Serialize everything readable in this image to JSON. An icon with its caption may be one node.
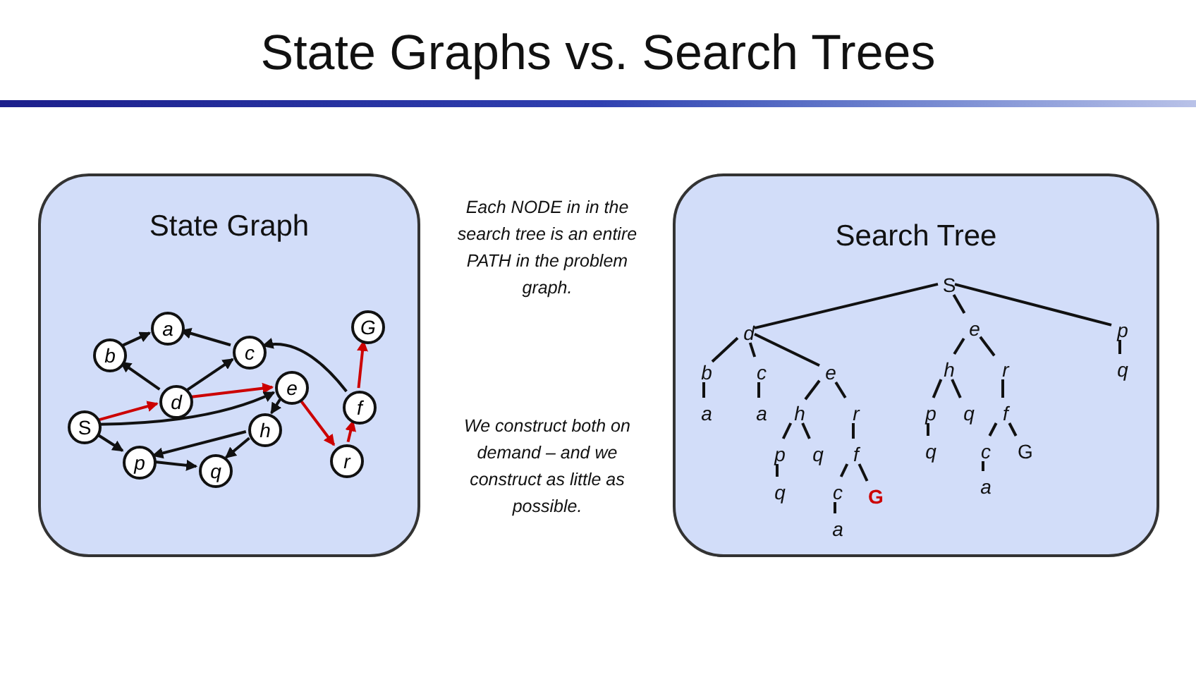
{
  "diagram": {
    "title": "State Graphs vs. Search Trees",
    "nodes": [
      {
        "text": [
          "State Graph"
        ]
      },
      {
        "text": [
          "a"
        ],
        "in": 0
      },
      {
        "text": [
          "G"
        ],
        "in": 0
      },
      {
        "text": [
          "b"
        ],
        "in": 0
      },
      {
        "text": [
          "c"
        ],
        "in": 0
      },
      {
        "text": [
          "e"
        ],
        "in": 0
      },
      {
        "text": [
          "d"
        ],
        "in": 0
      },
      {
        "text": [
          "f"
        ],
        "in": 0
      },
      {
        "text": [
          "S"
        ],
        "in": 0
      },
      {
        "text": [
          "h"
        ],
        "in": 0
      },
      {
        "text": [
          "p"
        ],
        "in": 0
      },
      {
        "text": [
          "q"
        ],
        "in": 0
      },
      {
        "text": [
          "r"
        ],
        "in": 0
      },
      {
        "text": [
          "Search Tree"
        ]
      },
      {
        "text": [
          "S"
        ],
        "in": 13
      },
      {
        "text": [
          "d"
        ],
        "in": 13
      },
      {
        "text": [
          "e"
        ],
        "in": 13
      },
      {
        "text": [
          "p"
        ],
        "in": 13
      },
      {
        "text": [
          "b"
        ],
        "in": 13
      },
      {
        "text": [
          "c"
        ],
        "in": 13
      },
      {
        "text": [
          "e"
        ],
        "in": 13
      },
      {
        "text": [
          "h"
        ],
        "in": 13
      },
      {
        "text": [
          "r"
        ],
        "in": 13
      },
      {
        "text": [
          "q"
        ],
        "in": 13
      },
      {
        "text": [
          "a"
        ],
        "in": 13
      },
      {
        "text": [
          "a"
        ],
        "in": 13
      },
      {
        "text": [
          "h"
        ],
        "in": 13
      },
      {
        "text": [
          "r"
        ],
        "in": 13
      },
      {
        "text": [
          "p"
        ],
        "in": 13
      },
      {
        "text": [
          "q"
        ],
        "in": 13
      },
      {
        "text": [
          "f"
        ],
        "in": 13
      },
      {
        "text": [
          "p"
        ],
        "in": 13
      },
      {
        "text": [
          "q"
        ],
        "in": 13
      },
      {
        "text": [
          "f"
        ],
        "in": 13
      },
      {
        "text": [
          "q"
        ],
        "in": 13
      },
      {
        "text": [
          "c"
        ],
        "in": 13
      },
      {
        "text": [
          "G"
        ],
        "in": 13
      },
      {
        "text": [
          "q"
        ],
        "in": 13
      },
      {
        "text": [
          "c"
        ],
        "in": 13
      },
      {
        "text": [
          "G"
        ],
        "in": 13
      },
      {
        "text": [
          "a"
        ],
        "in": 13
      },
      {
        "text": [
          "a"
        ],
        "in": 13
      }
    ],
    "edges": [
      {
        "from": 8,
        "to": 6,
        "arrow": "to",
        "color": "#cc0000"
      },
      {
        "from": 6,
        "to": 5,
        "arrow": "to",
        "color": "#cc0000"
      },
      {
        "from": 5,
        "to": 12,
        "arrow": "to",
        "color": "#cc0000"
      },
      {
        "from": 12,
        "to": 7,
        "arrow": "to",
        "color": "#cc0000"
      },
      {
        "from": 7,
        "to": 2,
        "arrow": "to",
        "color": "#cc0000"
      },
      {
        "from": 6,
        "to": 3,
        "arrow": "to"
      },
      {
        "from": 3,
        "to": 1,
        "arrow": "to"
      },
      {
        "from": 6,
        "to": 4,
        "arrow": "to"
      },
      {
        "from": 4,
        "to": 1,
        "arrow": "to"
      },
      {
        "from": 7,
        "to": 4,
        "arrow": "to"
      },
      {
        "from": 8,
        "to": 5,
        "arrow": "to"
      },
      {
        "from": 5,
        "to": 9,
        "arrow": "to"
      },
      {
        "from": 9,
        "to": 10,
        "arrow": "to"
      },
      {
        "from": 9,
        "to": 11,
        "arrow": "to"
      },
      {
        "from": 8,
        "to": 10,
        "arrow": "to"
      },
      {
        "from": 10,
        "to": 11,
        "arrow": "to"
      },
      {
        "from": 14,
        "to": 15,
        "arrow": "none"
      },
      {
        "from": 14,
        "to": 16,
        "arrow": "none"
      },
      {
        "from": 14,
        "to": 17,
        "arrow": "none"
      },
      {
        "from": 15,
        "to": 18,
        "arrow": "none"
      },
      {
        "from": 15,
        "to": 19,
        "arrow": "none"
      },
      {
        "from": 15,
        "to": 20,
        "arrow": "none"
      },
      {
        "from": 18,
        "to": 24,
        "arrow": "none"
      },
      {
        "from": 19,
        "to": 25,
        "arrow": "none"
      },
      {
        "from": 20,
        "to": 26,
        "arrow": "none"
      },
      {
        "from": 20,
        "to": 27,
        "arrow": "none"
      },
      {
        "from": 26,
        "to": 31,
        "arrow": "none"
      },
      {
        "from": 26,
        "to": 32,
        "arrow": "none"
      },
      {
        "from": 31,
        "to": 37,
        "arrow": "none"
      },
      {
        "from": 27,
        "to": 33,
        "arrow": "none"
      },
      {
        "from": 33,
        "to": 38,
        "arrow": "none"
      },
      {
        "from": 33,
        "to": 39,
        "arrow": "none"
      },
      {
        "from": 38,
        "to": 41,
        "arrow": "none"
      },
      {
        "from": 16,
        "to": 21,
        "arrow": "none"
      },
      {
        "from": 16,
        "to": 22,
        "arrow": "none"
      },
      {
        "from": 21,
        "to": 28,
        "arrow": "none"
      },
      {
        "from": 21,
        "to": 29,
        "arrow": "none"
      },
      {
        "from": 28,
        "to": 34,
        "arrow": "none"
      },
      {
        "from": 22,
        "to": 30,
        "arrow": "none"
      },
      {
        "from": 30,
        "to": 35,
        "arrow": "none"
      },
      {
        "from": 30,
        "to": 36,
        "arrow": "none"
      },
      {
        "from": 35,
        "to": 40,
        "arrow": "none"
      },
      {
        "from": 17,
        "to": 23,
        "arrow": "none"
      }
    ],
    "labels": [
      "Each NODE in in the search tree is an entire PATH in the problem graph.",
      "We construct both on demand – and we construct as little as possible."
    ]
  }
}
